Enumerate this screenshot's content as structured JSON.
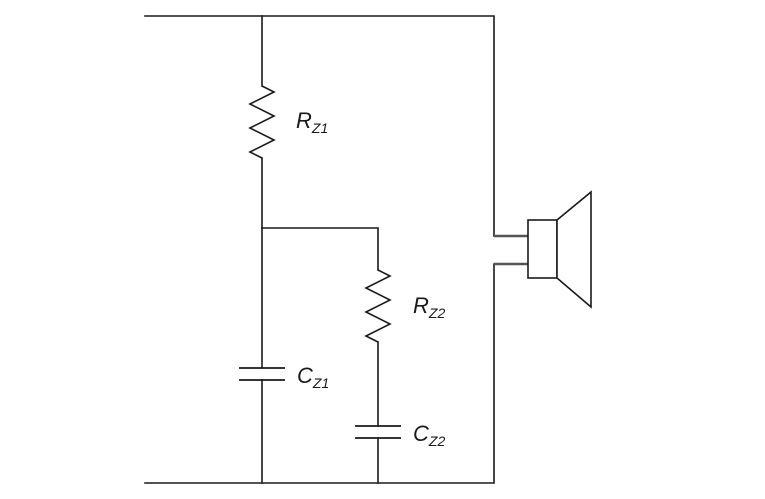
{
  "components": [
    {
      "id": "rz1",
      "kind": "resistor",
      "symbol": "R",
      "subscript": "Z1"
    },
    {
      "id": "rz2",
      "kind": "resistor",
      "symbol": "R",
      "subscript": "Z2"
    },
    {
      "id": "cz1",
      "kind": "capacitor",
      "symbol": "C",
      "subscript": "Z1"
    },
    {
      "id": "cz2",
      "kind": "capacitor",
      "symbol": "C",
      "subscript": "Z2"
    },
    {
      "id": "speaker",
      "kind": "loudspeaker-icon"
    }
  ],
  "colors": {
    "line": "#1a1a1a",
    "speaker_leads": "#555555",
    "background": "#ffffff"
  }
}
